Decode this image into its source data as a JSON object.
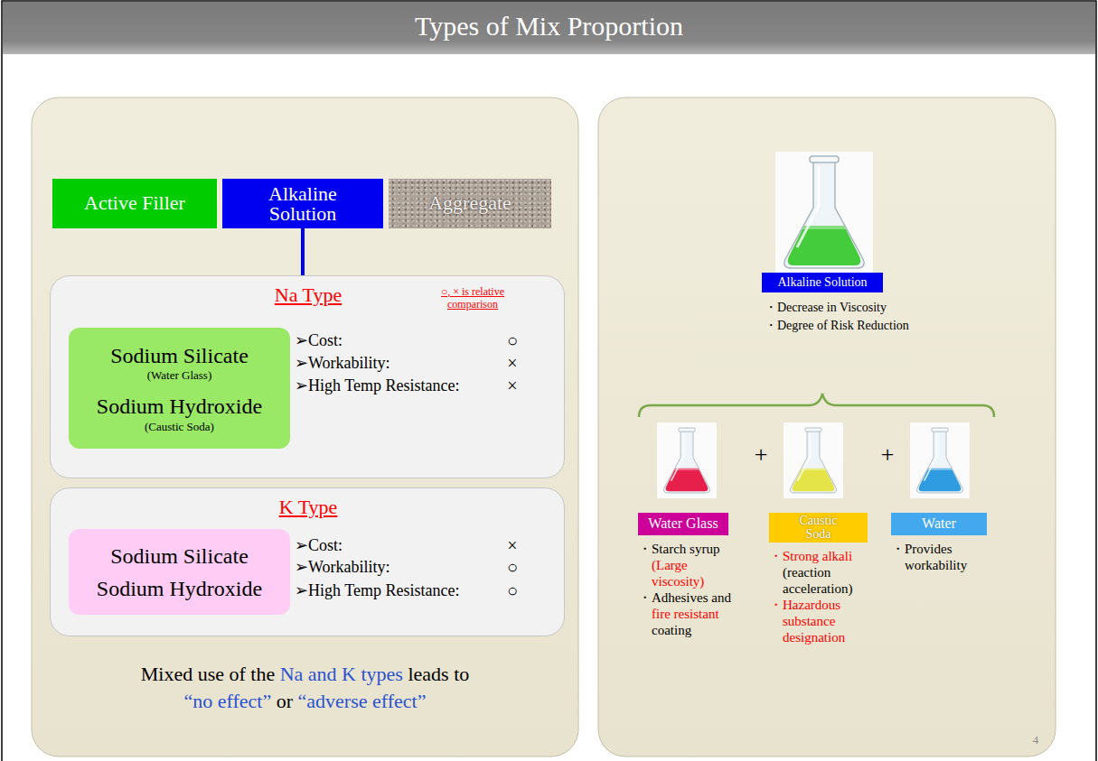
{
  "diagram": {
    "title": "Types of Mix Proportion",
    "nodes": [
      {
        "text": [
          "Mixed use of the",
          "Na and K types",
          "leads to",
          "“no effect”",
          "or",
          "“adverse effect”"
        ]
      },
      {
        "text": [
          "Active Filler"
        ],
        "in": 0
      },
      {
        "text": [
          "Alkaline Solution"
        ],
        "in": 0
      },
      {
        "text": [
          "Aggregate"
        ],
        "in": 0
      },
      {
        "text": [
          "Na Type",
          "○, × is relative comparison",
          "➢Cost:",
          "○",
          "➢Workability:",
          "×",
          "➢High Temp Resistance:",
          "×"
        ],
        "in": 0
      },
      {
        "text": [
          "Sodium Silicate",
          "(Water Glass)",
          "Sodium Hydroxide",
          "(Caustic Soda)"
        ],
        "in": 4
      },
      {
        "text": [
          "K Type",
          "➢Cost:",
          "×",
          "➢Workability:",
          "○",
          "➢High Temp Resistance:",
          "○"
        ],
        "in": 0
      },
      {
        "text": [
          "Sodium Silicate",
          "Sodium Hydroxide"
        ],
        "in": 6
      },
      {
        "text": [
          "・Decrease in Viscosity",
          "・Degree of Risk Reduction"
        ]
      },
      {
        "text": [
          "Alkaline Solution"
        ],
        "in": 8
      },
      {
        "text": [
          "Water Glass",
          "・Starch syrup",
          "(Large viscosity)",
          "・Adhesives and",
          "fire resistant",
          "coating"
        ],
        "in": 8
      },
      {
        "text": [
          "Caustic Soda",
          "・Strong alkali",
          "(reaction acceleration)",
          "・Hazardous substance designation"
        ],
        "in": 8
      },
      {
        "text": [
          "Water",
          "・Provides workability"
        ],
        "in": 8
      }
    ],
    "edges": [
      {
        "from": 2,
        "to": 4,
        "arrow": "none"
      }
    ],
    "labels": [
      "+",
      "+",
      "4"
    ]
  }
}
